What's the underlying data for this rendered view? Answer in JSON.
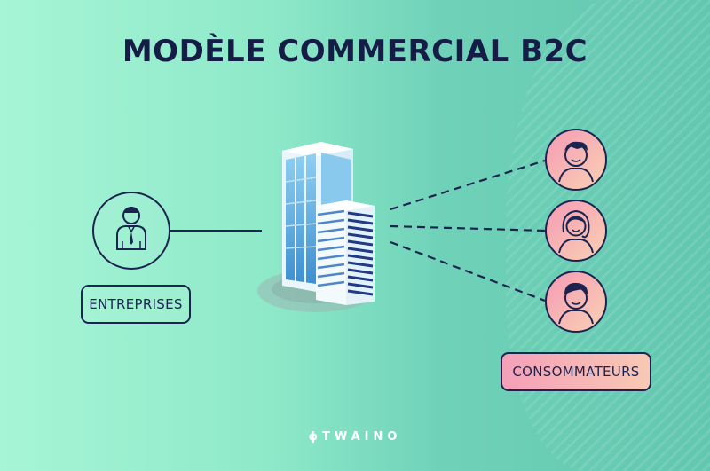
{
  "title": "MODÈLE COMMERCIAL B2C",
  "nodes": {
    "business": {
      "label": "ENTREPRISES",
      "icon": "businessman-icon"
    },
    "building": {
      "icon": "office-building-icon"
    },
    "consumers": {
      "label": "CONSOMMATEURS",
      "icons": [
        "man-avatar-icon",
        "woman-avatar-icon",
        "man-avatar-icon"
      ]
    }
  },
  "brand": "ϕTWAINO",
  "colors": {
    "navy": "#1b2450",
    "consumer_pink": "#f4a0b8",
    "consumer_peach": "#f8c9b4",
    "building_blue": "#5aa9e2"
  }
}
